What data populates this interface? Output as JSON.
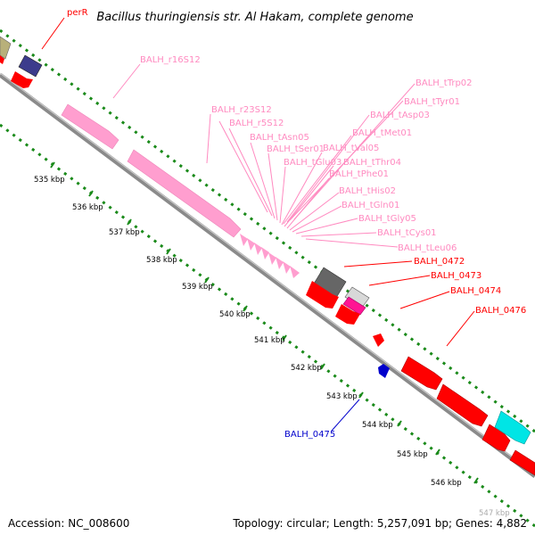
{
  "title": "Bacillus thuringiensis str. Al Hakam, complete genome",
  "footer": {
    "accession": "Accession: NC_008600",
    "summary": "Topology: circular; Length: 5,257,091 bp; Genes: 4,882"
  },
  "colors": {
    "backbone": "#8a8a8a",
    "tick": "#1a8a1a",
    "rna": "#ff9ecf",
    "rna_line": "#ff8ac0",
    "cds_forward": "#ff0000",
    "cds_reverse": "#0000cc",
    "other": "#666666",
    "label_red": "#ff0000",
    "label_blue": "#0000cc"
  },
  "kbp_ticks": [
    "535 kbp",
    "536 kbp",
    "537 kbp",
    "538 kbp",
    "539 kbp",
    "540 kbp",
    "541 kbp",
    "542 kbp",
    "543 kbp",
    "544 kbp",
    "545 kbp",
    "546 kbp",
    "547 kbp"
  ],
  "features": {
    "perR": "perR",
    "BALH_r16S12": "BALH_r16S12",
    "BALH_r23S12": "BALH_r23S12",
    "BALH_r5S12": "BALH_r5S12",
    "BALH_tAsn05": "BALH_tAsn05",
    "BALH_tSer01": "BALH_tSer01",
    "BALH_tGlu03": "BALH_tGlu03",
    "BALH_tVal05": "BALH_tVal05",
    "BALH_tThr04": "BALH_tThr04",
    "BALH_tPhe01": "BALH_tPhe01",
    "BALH_tHis02": "BALH_tHis02",
    "BALH_tGln01": "BALH_tGln01",
    "BALH_tGly05": "BALH_tGly05",
    "BALH_tCys01": "BALH_tCys01",
    "BALH_tLeu06": "BALH_tLeu06",
    "BALH_tTrp02": "BALH_tTrp02",
    "BALH_tTyr01": "BALH_tTyr01",
    "BALH_tAsp03": "BALH_tAsp03",
    "BALH_tMet01": "BALH_tMet01",
    "BALH_0472": "BALH_0472",
    "BALH_0473": "BALH_0473",
    "BALH_0474": "BALH_0474",
    "BALH_0476": "BALH_0476",
    "BALH_0475": "BALH_0475"
  }
}
